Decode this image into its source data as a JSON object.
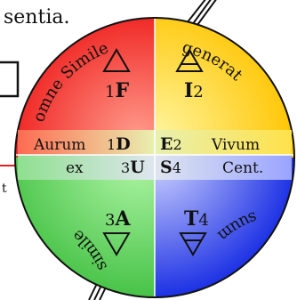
{
  "header_text": "sentia.",
  "left_fragment": "t",
  "colors": {
    "red": "#ef1a1a",
    "red_light": "#ff8a7a",
    "yellow": "#ffcc00",
    "yellow_light": "#fff37a",
    "green": "#4ec84e",
    "green_light": "#a3f39a",
    "blue": "#1f34e6",
    "blue_light": "#c2c8ff",
    "center_band": "#a8e07a"
  },
  "quadrants": {
    "top_left": {
      "arc_text": "omne Simile",
      "letter_prefix": "1",
      "letter": "F",
      "symbol": "fire-triangle"
    },
    "top_right": {
      "arc_text": "generat",
      "letter": "I",
      "letter_suffix": "2",
      "symbol": "air-triangle"
    },
    "bottom_left": {
      "arc_text": "simile",
      "letter_prefix": "3",
      "letter": "A",
      "symbol": "water-triangle"
    },
    "bottom_right": {
      "arc_text": "suum",
      "letter": "T",
      "letter_suffix": "4",
      "symbol": "earth-triangle"
    }
  },
  "center": {
    "left_word": "Aurum",
    "right_word": "Vivum",
    "tl_prefix": "1",
    "tl_letter": "D",
    "tr_letter": "E",
    "tr_suffix": "2",
    "bl_word": "ex",
    "bl_prefix": "3",
    "bl_letter": "U",
    "br_letter": "S",
    "br_suffix": "4",
    "br_word": "Cent."
  }
}
